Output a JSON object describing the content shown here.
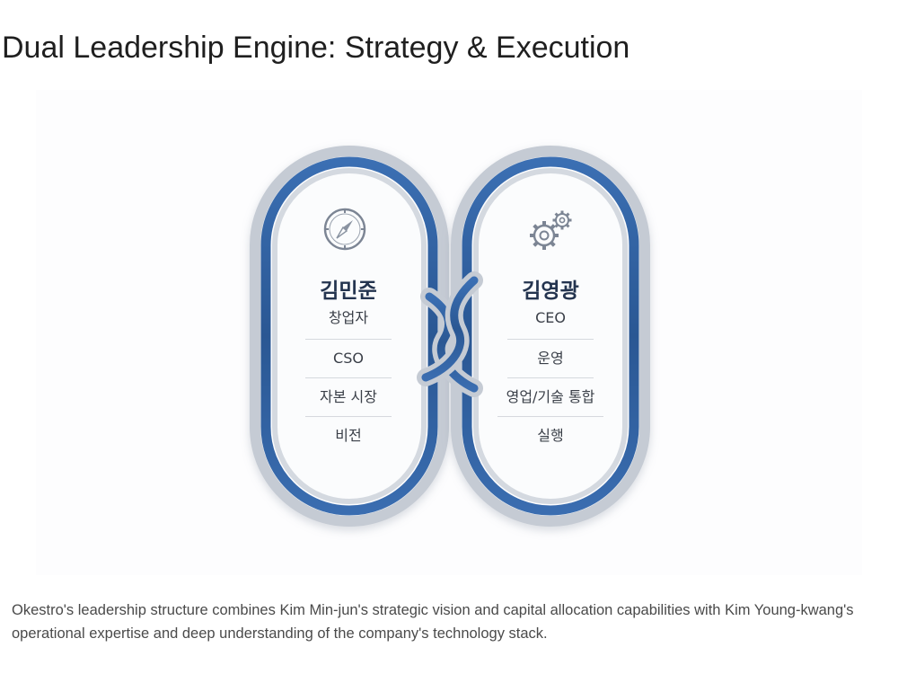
{
  "title": "Dual Leadership Engine: Strategy & Execution",
  "left_panel": {
    "icon": "compass-icon",
    "name": "김민준",
    "roles": [
      "창업자",
      "CSO",
      "자본 시장",
      "비전"
    ]
  },
  "right_panel": {
    "icon": "gears-icon",
    "name": "김영광",
    "roles": [
      "CEO",
      "운영",
      "영업/기술 통합",
      "실행"
    ]
  },
  "description": "Okestro's leadership structure combines Kim Min-jun's strategic vision and capital allocation capabilities with Kim Young-kwang's operational expertise and deep understanding of the company's technology stack.",
  "colors": {
    "loop_blue": "#2f5f9e",
    "loop_silver": "#c9ced6",
    "text_dark": "#24344f"
  }
}
